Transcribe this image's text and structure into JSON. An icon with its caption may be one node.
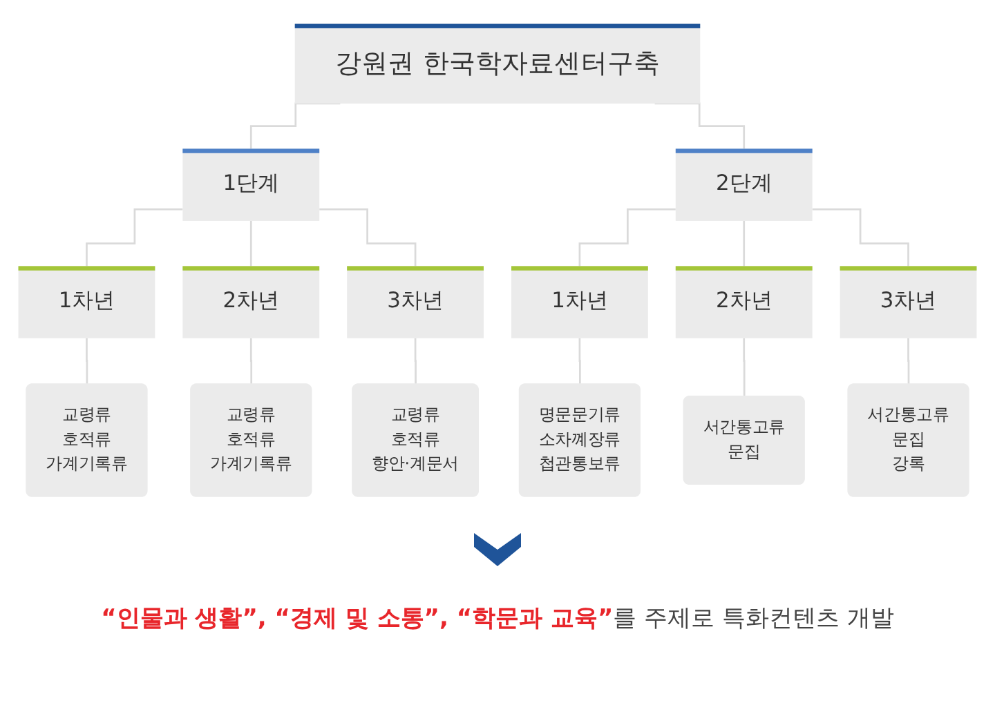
{
  "diagram": {
    "caption": "**“인물과 생활”, “경제 및 소통”, “학문과 교육”**를 주제로 특화컨텐츠 개발",
    "nodes": [
      {
        "text": [
          "강원권 한국학자료센터구축"
        ]
      },
      {
        "text": [
          "1단계"
        ]
      },
      {
        "text": [
          "2단계"
        ]
      },
      {
        "text": [
          "1차년"
        ]
      },
      {
        "text": [
          "2차년"
        ]
      },
      {
        "text": [
          "3차년"
        ]
      },
      {
        "text": [
          "1차년"
        ]
      },
      {
        "text": [
          "2차년"
        ]
      },
      {
        "text": [
          "3차년"
        ]
      },
      {
        "text": [
          "교령류",
          "호적류",
          "가계기록류"
        ]
      },
      {
        "text": [
          "교령류",
          "호적류",
          "가계기록류"
        ]
      },
      {
        "text": [
          "교령류",
          "호적류",
          "향안·계문서"
        ]
      },
      {
        "text": [
          "명문문기류",
          "소차꼐장류",
          "첩관통보류"
        ]
      },
      {
        "text": [
          "서간통고류",
          "문집"
        ]
      },
      {
        "text": [
          "서간통고류",
          "문집",
          "강록"
        ]
      }
    ],
    "edges": [
      {
        "from": 0,
        "to": 1,
        "arrow": "none"
      },
      {
        "from": 0,
        "to": 2,
        "arrow": "none"
      },
      {
        "from": 1,
        "to": 3,
        "arrow": "none"
      },
      {
        "from": 1,
        "to": 4,
        "arrow": "none"
      },
      {
        "from": 1,
        "to": 5,
        "arrow": "none"
      },
      {
        "from": 2,
        "to": 6,
        "arrow": "none"
      },
      {
        "from": 2,
        "to": 7,
        "arrow": "none"
      },
      {
        "from": 2,
        "to": 8,
        "arrow": "none"
      },
      {
        "from": 3,
        "to": 9,
        "arrow": "none"
      },
      {
        "from": 4,
        "to": 10,
        "arrow": "none"
      },
      {
        "from": 5,
        "to": 11,
        "arrow": "none"
      },
      {
        "from": 6,
        "to": 12,
        "arrow": "none"
      },
      {
        "from": 7,
        "to": 13,
        "arrow": "none"
      },
      {
        "from": 8,
        "to": 14,
        "arrow": "none"
      }
    ]
  }
}
